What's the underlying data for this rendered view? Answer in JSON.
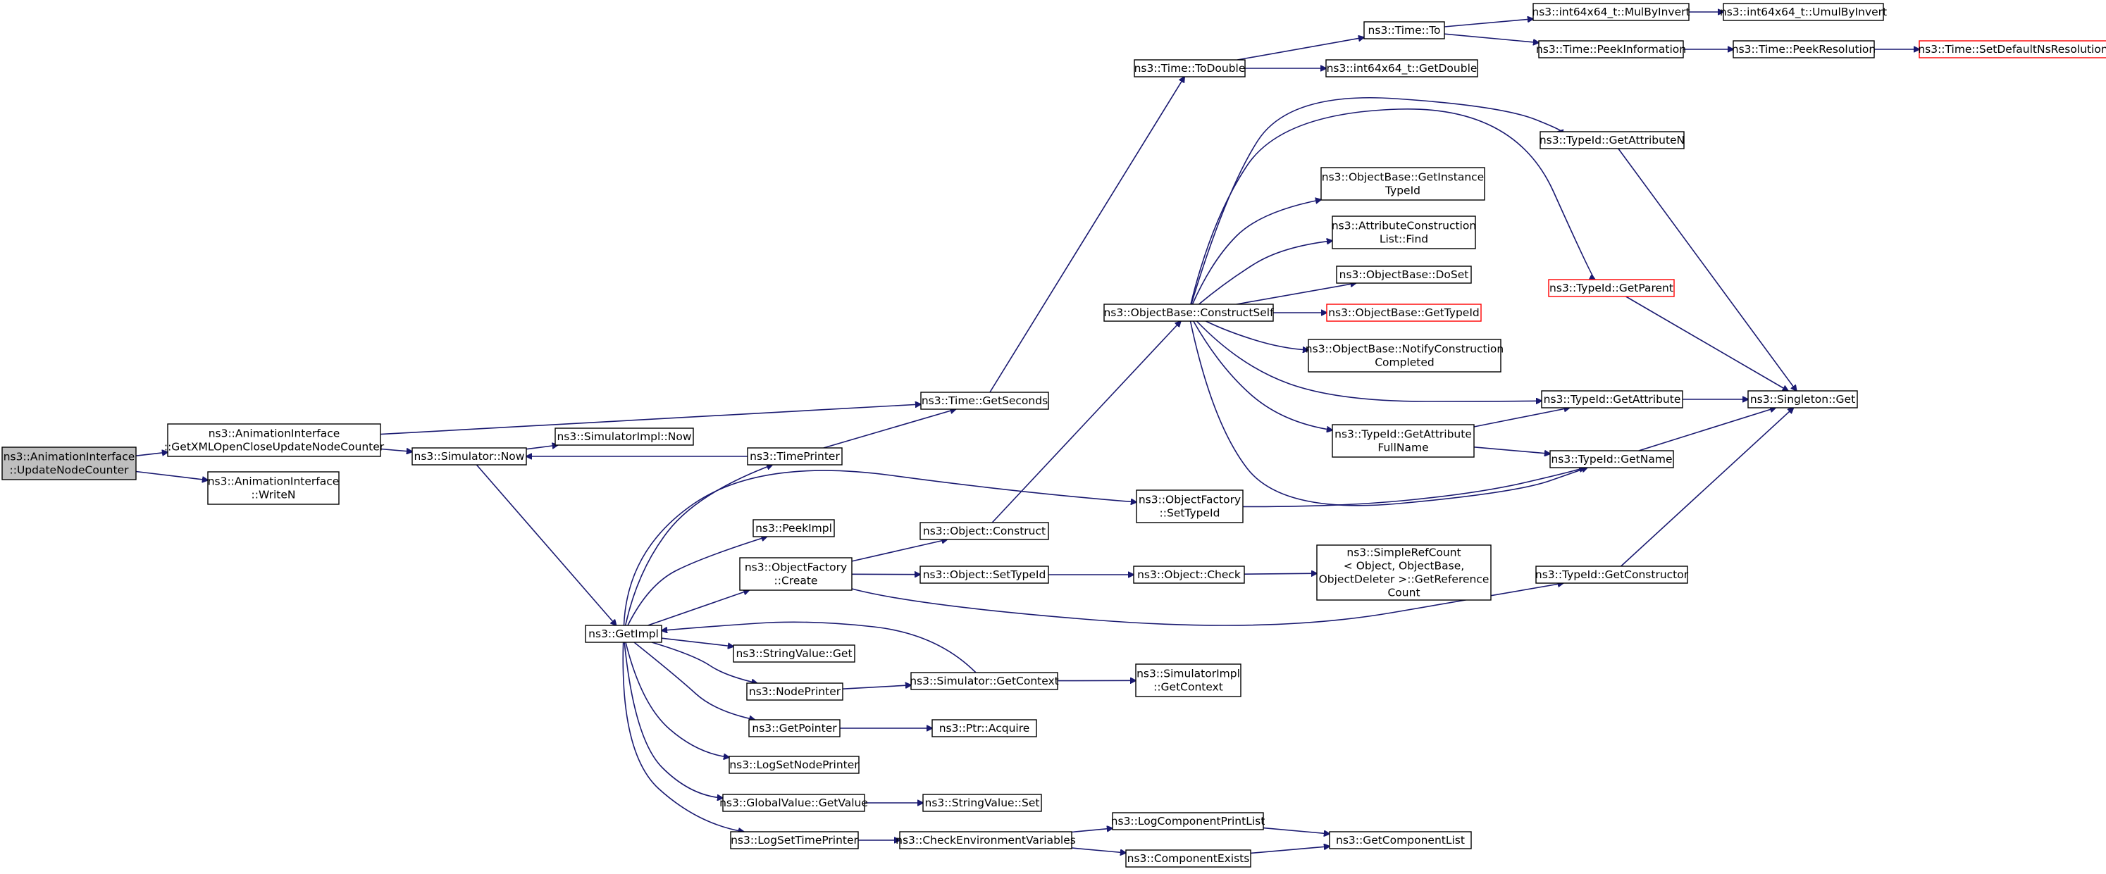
{
  "graph": {
    "type": "call-graph",
    "nodes": [
      {
        "id": "update",
        "lines": [
          "ns3::AnimationInterface",
          "::UpdateNodeCounter"
        ],
        "style": "root"
      },
      {
        "id": "getxml",
        "lines": [
          "ns3::AnimationInterface",
          "::GetXMLOpenCloseUpdateNodeCounter"
        ],
        "style": "normal"
      },
      {
        "id": "writen",
        "lines": [
          "ns3::AnimationInterface",
          "::WriteN"
        ],
        "style": "normal"
      },
      {
        "id": "simnow",
        "lines": [
          "ns3::Simulator::Now"
        ],
        "style": "normal"
      },
      {
        "id": "simimplnow",
        "lines": [
          "ns3::SimulatorImpl::Now"
        ],
        "style": "normal"
      },
      {
        "id": "getseconds",
        "lines": [
          "ns3::Time::GetSeconds"
        ],
        "style": "normal"
      },
      {
        "id": "timeprinter",
        "lines": [
          "ns3::TimePrinter"
        ],
        "style": "normal"
      },
      {
        "id": "todouble",
        "lines": [
          "ns3::Time::ToDouble"
        ],
        "style": "normal"
      },
      {
        "id": "timeto",
        "lines": [
          "ns3::Time::To"
        ],
        "style": "normal"
      },
      {
        "id": "int64getdouble",
        "lines": [
          "ns3::int64x64_t::GetDouble"
        ],
        "style": "normal"
      },
      {
        "id": "mulbyinvert",
        "lines": [
          "ns3::int64x64_t::MulByInvert"
        ],
        "style": "normal"
      },
      {
        "id": "umulbyinvert",
        "lines": [
          "ns3::int64x64_t::UmulByInvert"
        ],
        "style": "normal"
      },
      {
        "id": "peekinformation",
        "lines": [
          "ns3::Time::PeekInformation"
        ],
        "style": "normal"
      },
      {
        "id": "peekresolution",
        "lines": [
          "ns3::Time::PeekResolution"
        ],
        "style": "normal"
      },
      {
        "id": "setdefaultns",
        "lines": [
          "ns3::Time::SetDefaultNsResolution"
        ],
        "style": "truncated"
      },
      {
        "id": "getattributen",
        "lines": [
          "ns3::TypeId::GetAttributeN"
        ],
        "style": "normal"
      },
      {
        "id": "getinstancetypeid",
        "lines": [
          "ns3::ObjectBase::GetInstance",
          "TypeId"
        ],
        "style": "normal"
      },
      {
        "id": "attrconstrfind",
        "lines": [
          "ns3::AttributeConstruction",
          "List::Find"
        ],
        "style": "normal"
      },
      {
        "id": "doset",
        "lines": [
          "ns3::ObjectBase::DoSet"
        ],
        "style": "normal"
      },
      {
        "id": "constructself",
        "lines": [
          "ns3::ObjectBase::ConstructSelf"
        ],
        "style": "normal"
      },
      {
        "id": "obgettypeid",
        "lines": [
          "ns3::ObjectBase::GetTypeId"
        ],
        "style": "truncated"
      },
      {
        "id": "getparent",
        "lines": [
          "ns3::TypeId::GetParent"
        ],
        "style": "truncated"
      },
      {
        "id": "notifyconstruction",
        "lines": [
          "ns3::ObjectBase::NotifyConstruction",
          "Completed"
        ],
        "style": "normal"
      },
      {
        "id": "getattribute",
        "lines": [
          "ns3::TypeId::GetAttribute"
        ],
        "style": "normal"
      },
      {
        "id": "singletonget",
        "lines": [
          "ns3::Singleton::Get"
        ],
        "style": "normal"
      },
      {
        "id": "getattributefullname",
        "lines": [
          "ns3::TypeId::GetAttribute",
          "FullName"
        ],
        "style": "normal"
      },
      {
        "id": "getname",
        "lines": [
          "ns3::TypeId::GetName"
        ],
        "style": "normal"
      },
      {
        "id": "ofsettypeid",
        "lines": [
          "ns3::ObjectFactory",
          "::SetTypeId"
        ],
        "style": "normal"
      },
      {
        "id": "peekimpl",
        "lines": [
          "ns3::PeekImpl"
        ],
        "style": "normal"
      },
      {
        "id": "objconstruct",
        "lines": [
          "ns3::Object::Construct"
        ],
        "style": "normal"
      },
      {
        "id": "ofcreate",
        "lines": [
          "ns3::ObjectFactory",
          "::Create"
        ],
        "style": "normal"
      },
      {
        "id": "objsettypeid",
        "lines": [
          "ns3::Object::SetTypeId"
        ],
        "style": "normal"
      },
      {
        "id": "objcheck",
        "lines": [
          "ns3::Object::Check"
        ],
        "style": "normal"
      },
      {
        "id": "simplerefcount",
        "lines": [
          "ns3::SimpleRefCount",
          "< Object, ObjectBase,",
          " ObjectDeleter >::GetReference",
          "Count"
        ],
        "style": "normal"
      },
      {
        "id": "getconstructor",
        "lines": [
          "ns3::TypeId::GetConstructor"
        ],
        "style": "normal"
      },
      {
        "id": "getimpl",
        "lines": [
          "ns3::GetImpl"
        ],
        "style": "normal"
      },
      {
        "id": "stringvalueget",
        "lines": [
          "ns3::StringValue::Get"
        ],
        "style": "normal"
      },
      {
        "id": "nodeprinter",
        "lines": [
          "ns3::NodePrinter"
        ],
        "style": "normal"
      },
      {
        "id": "simgetcontext",
        "lines": [
          "ns3::Simulator::GetContext"
        ],
        "style": "normal"
      },
      {
        "id": "simimplgetcontext",
        "lines": [
          "ns3::SimulatorImpl",
          "::GetContext"
        ],
        "style": "normal"
      },
      {
        "id": "getpointer",
        "lines": [
          "ns3::GetPointer"
        ],
        "style": "normal"
      },
      {
        "id": "ptracquire",
        "lines": [
          "ns3::Ptr::Acquire"
        ],
        "style": "normal"
      },
      {
        "id": "logsetnodeprinter",
        "lines": [
          "ns3::LogSetNodePrinter"
        ],
        "style": "normal"
      },
      {
        "id": "globalvaluegetvalue",
        "lines": [
          "ns3::GlobalValue::GetValue"
        ],
        "style": "normal"
      },
      {
        "id": "stringvalueset",
        "lines": [
          "ns3::StringValue::Set"
        ],
        "style": "normal"
      },
      {
        "id": "logsettimeprinter",
        "lines": [
          "ns3::LogSetTimePrinter"
        ],
        "style": "normal"
      },
      {
        "id": "checkenv",
        "lines": [
          "ns3::CheckEnvironmentVariables"
        ],
        "style": "normal"
      },
      {
        "id": "logcomponentprintlist",
        "lines": [
          "ns3::LogComponentPrintList"
        ],
        "style": "normal"
      },
      {
        "id": "getcomponentlist",
        "lines": [
          "ns3::GetComponentList"
        ],
        "style": "normal"
      },
      {
        "id": "componentexists",
        "lines": [
          "ns3::ComponentExists"
        ],
        "style": "normal"
      }
    ],
    "edges": [
      [
        "update",
        "getxml"
      ],
      [
        "update",
        "writen"
      ],
      [
        "getxml",
        "simnow"
      ],
      [
        "getxml",
        "getseconds"
      ],
      [
        "simnow",
        "simimplnow"
      ],
      [
        "simnow",
        "getimpl"
      ],
      [
        "timeprinter",
        "simnow"
      ],
      [
        "timeprinter",
        "getseconds"
      ],
      [
        "getseconds",
        "todouble"
      ],
      [
        "todouble",
        "timeto"
      ],
      [
        "todouble",
        "int64getdouble"
      ],
      [
        "timeto",
        "mulbyinvert"
      ],
      [
        "timeto",
        "peekinformation"
      ],
      [
        "mulbyinvert",
        "umulbyinvert"
      ],
      [
        "peekinformation",
        "peekresolution"
      ],
      [
        "peekresolution",
        "setdefaultns"
      ],
      [
        "constructself",
        "getattributen"
      ],
      [
        "constructself",
        "getinstancetypeid"
      ],
      [
        "constructself",
        "attrconstrfind"
      ],
      [
        "constructself",
        "doset"
      ],
      [
        "constructself",
        "obgettypeid"
      ],
      [
        "constructself",
        "getparent"
      ],
      [
        "constructself",
        "notifyconstruction"
      ],
      [
        "constructself",
        "getattribute"
      ],
      [
        "constructself",
        "getattributefullname"
      ],
      [
        "constructself",
        "getname"
      ],
      [
        "getattributen",
        "singletonget"
      ],
      [
        "getparent",
        "singletonget"
      ],
      [
        "getattribute",
        "singletonget"
      ],
      [
        "getname",
        "singletonget"
      ],
      [
        "getconstructor",
        "singletonget"
      ],
      [
        "getattributefullname",
        "getattribute"
      ],
      [
        "getattributefullname",
        "getname"
      ],
      [
        "ofsettypeid",
        "getname"
      ],
      [
        "objconstruct",
        "constructself"
      ],
      [
        "ofcreate",
        "objconstruct"
      ],
      [
        "ofcreate",
        "objsettypeid"
      ],
      [
        "ofcreate",
        "getconstructor"
      ],
      [
        "objsettypeid",
        "objcheck"
      ],
      [
        "objcheck",
        "simplerefcount"
      ],
      [
        "getimpl",
        "timeprinter"
      ],
      [
        "getimpl",
        "ofsettypeid"
      ],
      [
        "getimpl",
        "peekimpl"
      ],
      [
        "getimpl",
        "ofcreate"
      ],
      [
        "getimpl",
        "stringvalueget"
      ],
      [
        "getimpl",
        "nodeprinter"
      ],
      [
        "getimpl",
        "getpointer"
      ],
      [
        "getimpl",
        "logsetnodeprinter"
      ],
      [
        "getimpl",
        "globalvaluegetvalue"
      ],
      [
        "getimpl",
        "logsettimeprinter"
      ],
      [
        "nodeprinter",
        "simgetcontext"
      ],
      [
        "simgetcontext",
        "getimpl"
      ],
      [
        "simgetcontext",
        "simimplgetcontext"
      ],
      [
        "getpointer",
        "ptracquire"
      ],
      [
        "globalvaluegetvalue",
        "stringvalueset"
      ],
      [
        "logsettimeprinter",
        "checkenv"
      ],
      [
        "checkenv",
        "logcomponentprintlist"
      ],
      [
        "checkenv",
        "componentexists"
      ],
      [
        "logcomponentprintlist",
        "getcomponentlist"
      ],
      [
        "componentexists",
        "getcomponentlist"
      ]
    ]
  }
}
